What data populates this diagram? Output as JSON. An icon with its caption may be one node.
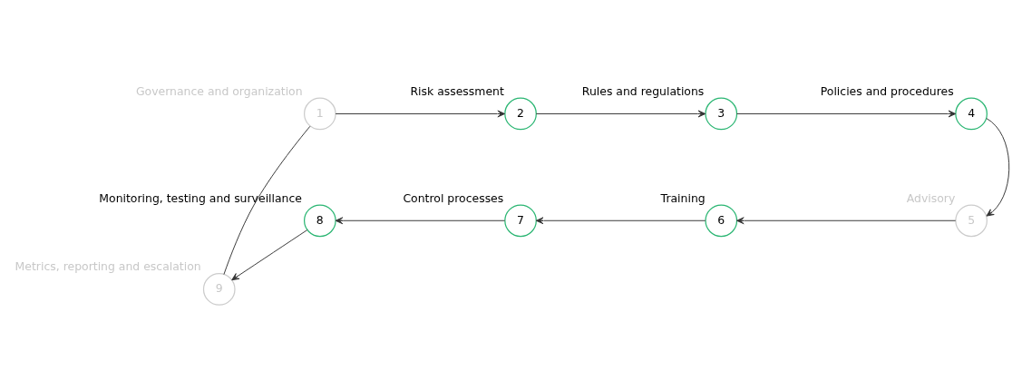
{
  "diagram": {
    "nodes": [
      {
        "text": [
          "1"
        ],
        "beside": [
          "Governance and organization"
        ]
      },
      {
        "text": [
          "2"
        ],
        "beside": [
          "Risk assessment"
        ]
      },
      {
        "text": [
          "3"
        ],
        "beside": [
          "Rules and regulations"
        ]
      },
      {
        "text": [
          "4"
        ],
        "beside": [
          "Policies and procedures"
        ]
      },
      {
        "text": [
          "5"
        ],
        "beside": [
          "Advisory"
        ]
      },
      {
        "text": [
          "6"
        ],
        "beside": [
          "Training"
        ]
      },
      {
        "text": [
          "7"
        ],
        "beside": [
          "Control processes"
        ]
      },
      {
        "text": [
          "8"
        ],
        "beside": [
          "Monitoring, testing and surveillance"
        ]
      },
      {
        "text": [
          "9"
        ],
        "beside": [
          "Metrics, reporting and escalation"
        ]
      }
    ],
    "edges": [
      {
        "from": 0,
        "to": 1,
        "arrow": "to"
      },
      {
        "from": 1,
        "to": 2,
        "arrow": "to"
      },
      {
        "from": 2,
        "to": 3,
        "arrow": "to"
      },
      {
        "from": 3,
        "to": 4,
        "arrow": "to"
      },
      {
        "from": 4,
        "to": 5,
        "arrow": "to"
      },
      {
        "from": 5,
        "to": 6,
        "arrow": "to"
      },
      {
        "from": 6,
        "to": 7,
        "arrow": "to"
      },
      {
        "from": 7,
        "to": 8,
        "arrow": "to"
      },
      {
        "from": 8,
        "to": 0,
        "arrow": "none"
      }
    ]
  }
}
